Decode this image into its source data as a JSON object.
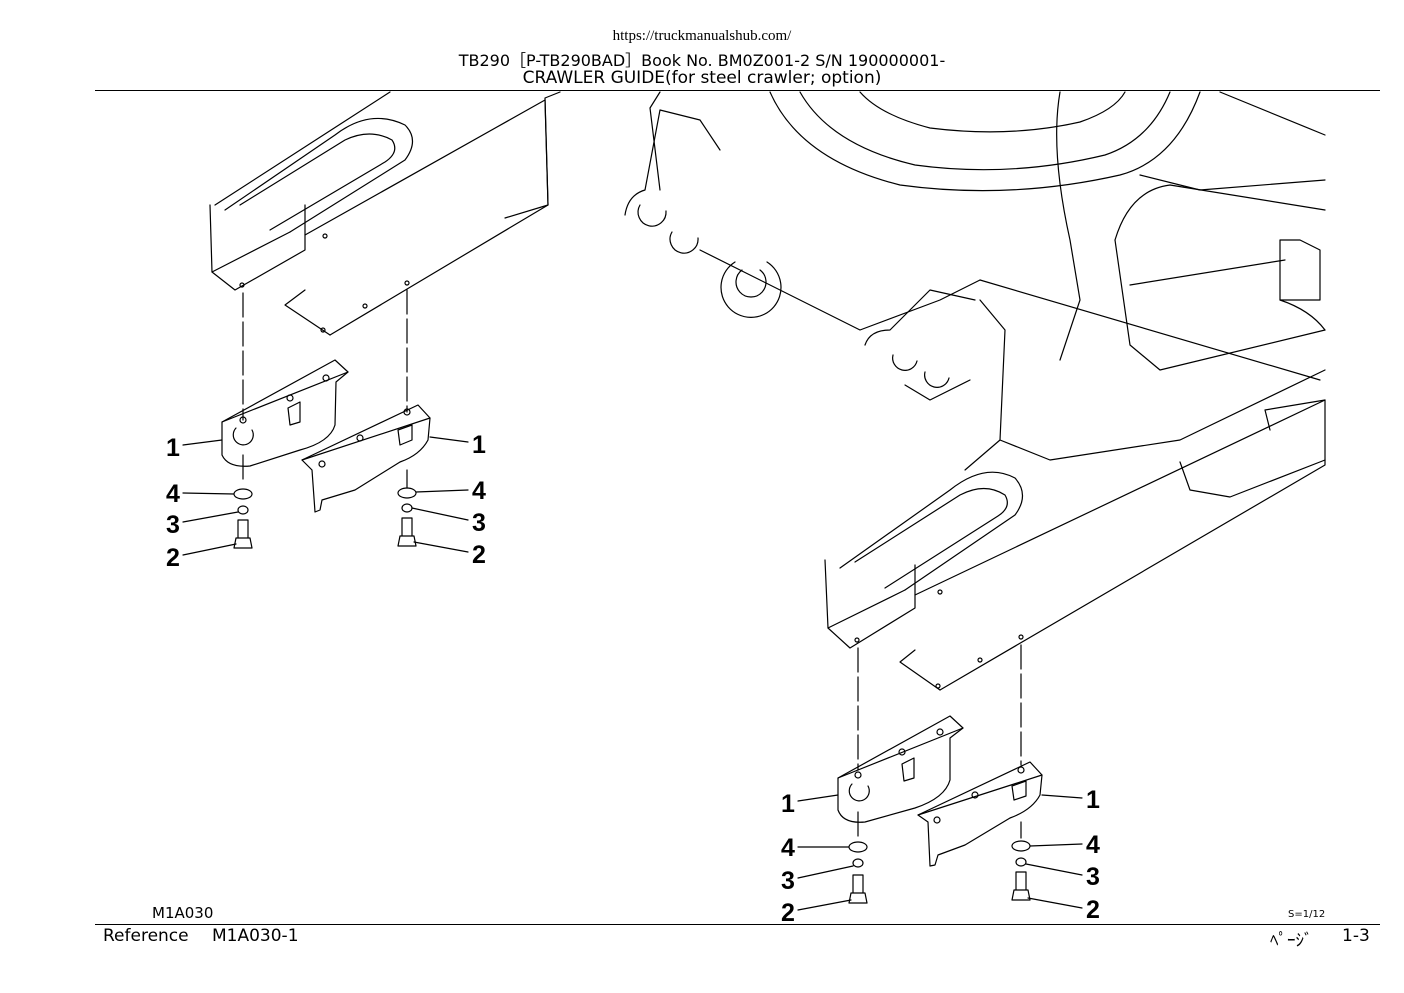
{
  "header": {
    "url": "https://truckmanualshub.com/",
    "model_line": "TB290［P-TB290BAD］Book No. BM0Z001-2  S/N 190000001-",
    "title": "CRAWLER GUIDE(for steel crawler; option)"
  },
  "diagram": {
    "figure_code": "M1A030",
    "scale": "S=1/12",
    "callouts": {
      "guide": "1",
      "bolt": "2",
      "spring_washer": "3",
      "washer": "4"
    }
  },
  "footer": {
    "reference_label": "Reference",
    "reference_code": "M1A030-1",
    "page_label": "ﾍﾟｰｼﾞ",
    "page_number": "1-3"
  }
}
